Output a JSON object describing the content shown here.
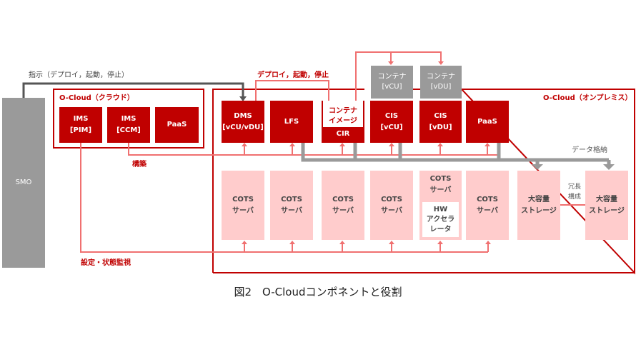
{
  "smo": "SMO",
  "labels": {
    "instruct": "指示（デプロイ，起動，停止）",
    "deploy": "デプロイ，起動，停止",
    "build": "構築",
    "monitor": "設定・状態監視",
    "data_store": "データ格納",
    "redundant": "冗長\n構成"
  },
  "cloud": {
    "title": "O-Cloud（クラウド）",
    "ims_pim": "IMS\n[PIM]",
    "ims_ccm": "IMS\n[CCM]",
    "paas": "PaaS"
  },
  "onprem": {
    "title": "O-Cloud（オンプレミス）",
    "dms": "DMS\n[vCU/vDU]",
    "lfs": "LFS",
    "container_image": "コンテナ\nイメージ",
    "cir": "CIR",
    "cis_vcu": "CIS\n[vCU]",
    "cis_vdu": "CIS\n[vDU]",
    "paas": "PaaS",
    "container_vcu": "コンテナ\n[vCU]",
    "container_vdu": "コンテナ\n[vDU]"
  },
  "servers": {
    "cots": "COTS\nサーバ",
    "hw_accel": "HW\nアクセラ\nレータ",
    "storage": "大容量\nストレージ"
  },
  "caption": "図2　O-Cloudコンポネントと役割"
}
